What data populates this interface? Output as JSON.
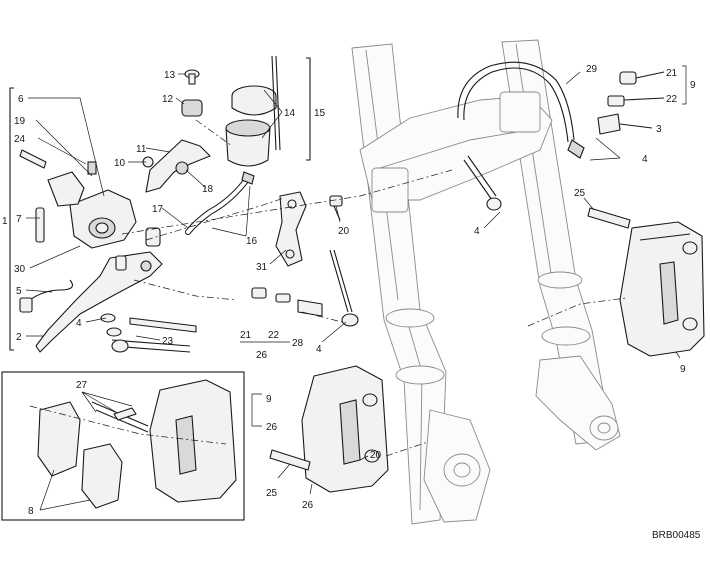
{
  "diagram_code": "BRB00485",
  "callouts": {
    "c1": "1",
    "c2": "2",
    "c3": "3",
    "c4a": "4",
    "c4b": "4",
    "c4c": "4",
    "c4d": "4",
    "c5": "5",
    "c6": "6",
    "c7": "7",
    "c8": "8",
    "c9a": "9",
    "c9b": "9",
    "c9c": "9",
    "c10": "10",
    "c11": "11",
    "c12": "12",
    "c13": "13",
    "c14": "14",
    "c15": "15",
    "c16": "16",
    "c17": "17",
    "c18": "18",
    "c19": "19",
    "c20a": "20",
    "c20b": "20",
    "c21a": "21",
    "c21b": "21",
    "c22a": "22",
    "c22b": "22",
    "c23": "23",
    "c24": "24",
    "c25a": "25",
    "c25b": "25",
    "c26a": "26",
    "c26b": "26",
    "c26c": "26",
    "c27": "27",
    "c28": "28",
    "c29": "29",
    "c30": "30",
    "c31": "31"
  }
}
